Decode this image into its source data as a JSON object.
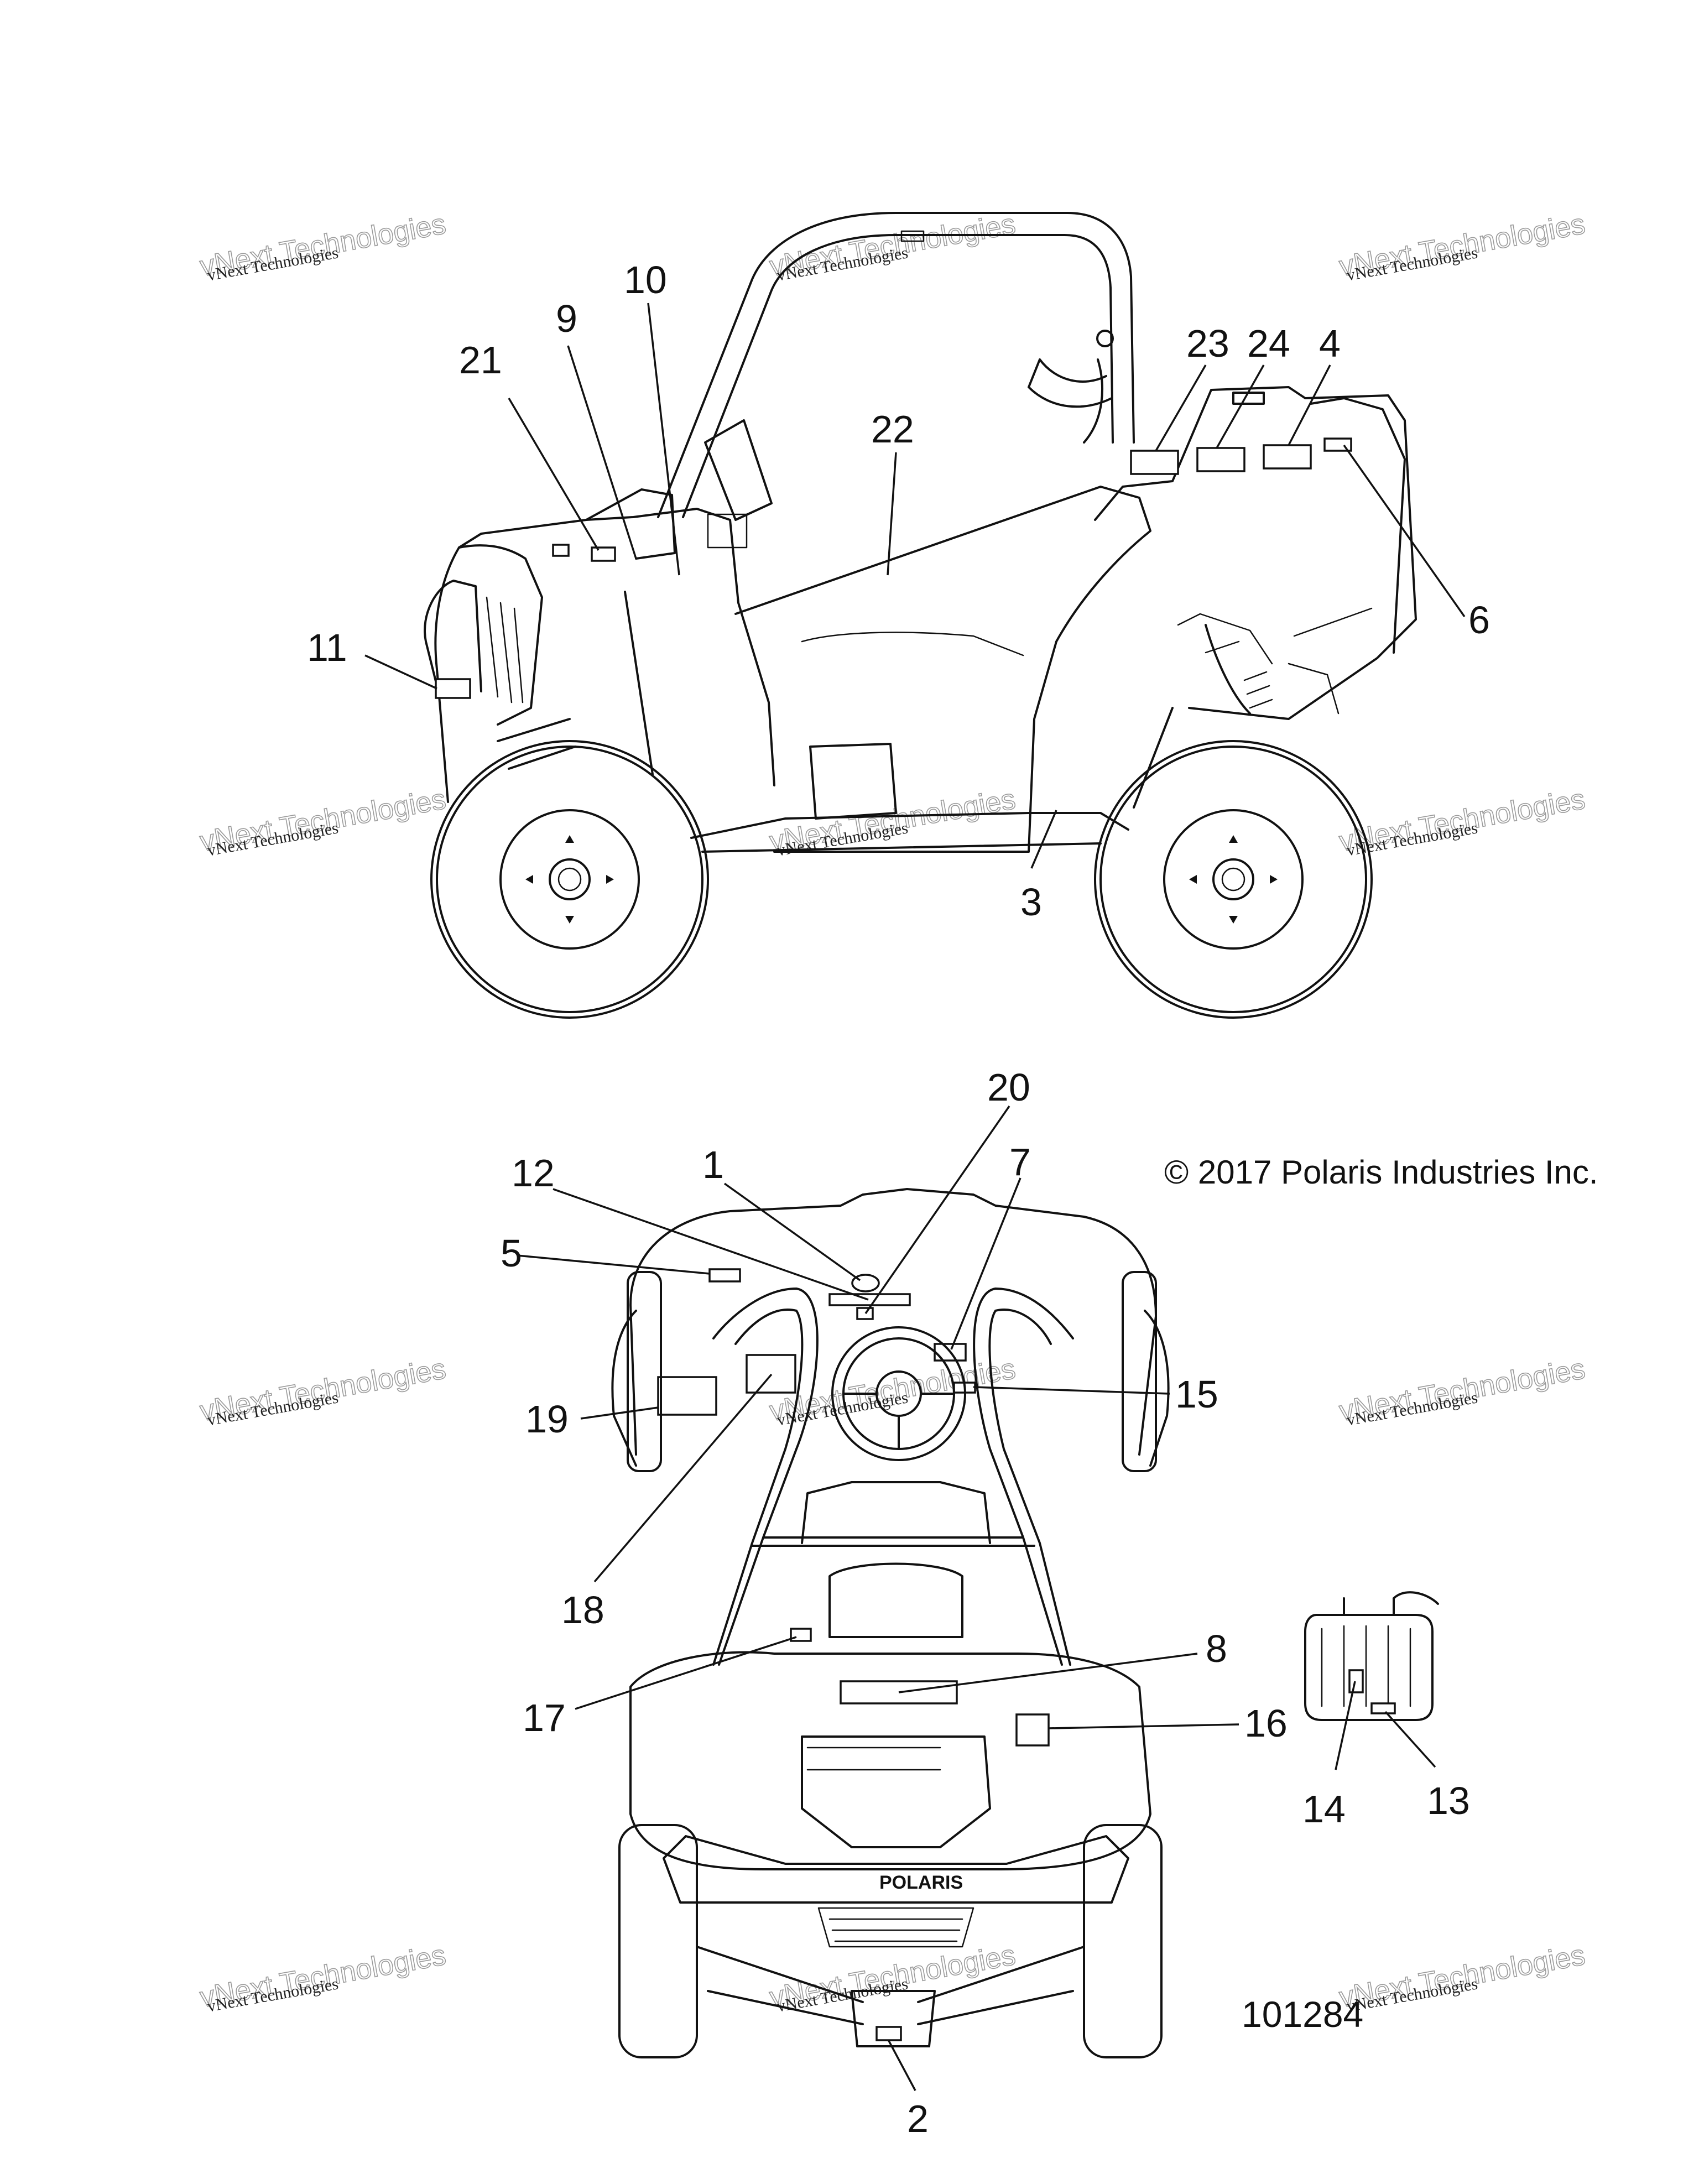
{
  "copyright": "© 2017 Polaris Industries Inc.",
  "drawing_number": "101284",
  "brand_mark": "POLARIS",
  "watermark": {
    "line1": "vNext Technologies",
    "line2": "vNext Technologies"
  },
  "callouts": [
    "1",
    "2",
    "3",
    "4",
    "5",
    "6",
    "7",
    "8",
    "9",
    "10",
    "11",
    "12",
    "13",
    "14",
    "15",
    "16",
    "17",
    "18",
    "19",
    "20",
    "21",
    "22",
    "23",
    "24"
  ],
  "colors": {
    "ink": "#111111",
    "background": "#ffffff",
    "watermark_outline": "#9a9a9a"
  }
}
